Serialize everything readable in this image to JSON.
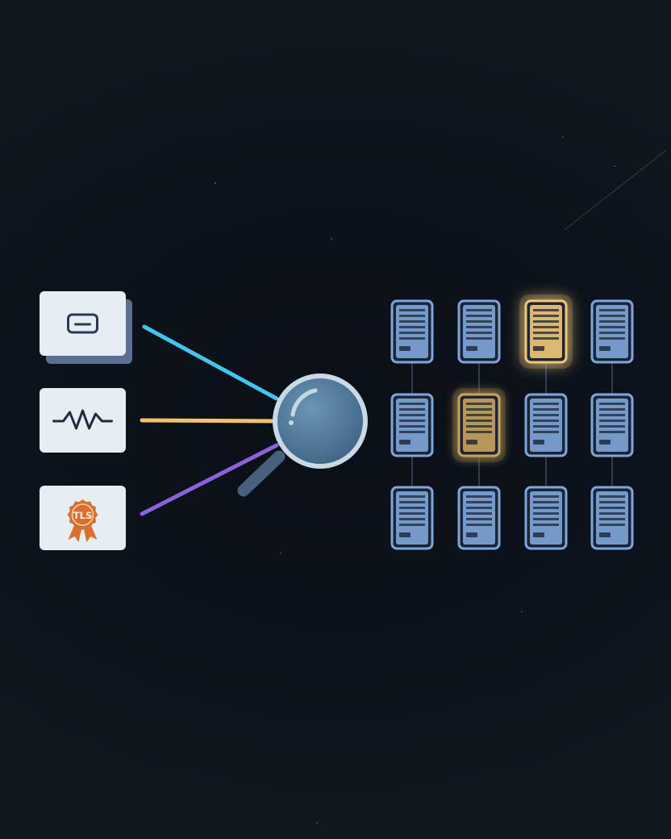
{
  "colors": {
    "background": "#0b1018",
    "card_fill": "#e6edf3",
    "link_fingerprint": "#3fc6ea",
    "link_waveform": "#f2c36b",
    "link_certificate": "#8b62dc",
    "lens_fill": "#4e7a9c",
    "lens_rim": "#c9d9e6",
    "server_normal": "#7fa6d8",
    "server_highlight": "#f1c879",
    "server_highlight_dim": "#c9a45c",
    "badge_orange": "#d8702f"
  },
  "inputs": [
    {
      "icon": "fingerprint-box-icon",
      "link_color_key": "link_fingerprint"
    },
    {
      "icon": "waveform-icon",
      "link_color_key": "link_waveform"
    },
    {
      "icon": "certificate-badge-icon",
      "link_color_key": "link_certificate",
      "badge_text": "TLS"
    }
  ],
  "inspector": {
    "icon": "magnifier-icon"
  },
  "server_grid": {
    "rows": 3,
    "cols": 4,
    "highlighted": [
      {
        "row": 0,
        "col": 2,
        "level": "bright"
      },
      {
        "row": 1,
        "col": 1,
        "level": "dim"
      }
    ]
  }
}
